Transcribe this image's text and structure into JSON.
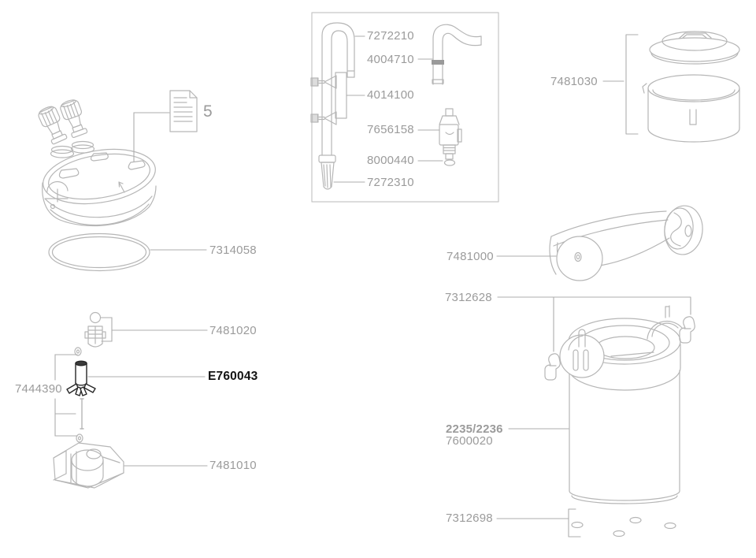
{
  "diagram_type": "exploded-parts-diagram",
  "colors": {
    "background": "#ffffff",
    "artwork_stroke": "#b6b6b6",
    "leader_line": "#adadad",
    "label_text": "#9b9b9b",
    "highlight_text": "#141414",
    "box_border": "#c6c6c6",
    "impeller_stroke": "#262626"
  },
  "note": {
    "number": "5"
  },
  "labels": [
    {
      "id": "manual-note",
      "text": "5",
      "style": "big"
    },
    {
      "id": "intake-pipe",
      "text": "7272210",
      "style": "normal"
    },
    {
      "id": "outlet-elbow",
      "text": "4004710",
      "style": "normal"
    },
    {
      "id": "installation-set",
      "text": "4014100",
      "style": "normal"
    },
    {
      "id": "tap-valve",
      "text": "7656158",
      "style": "normal"
    },
    {
      "id": "small-oring",
      "text": "8000440",
      "style": "normal"
    },
    {
      "id": "strainer",
      "text": "7272310",
      "style": "normal"
    },
    {
      "id": "media-container",
      "text": "7481030",
      "style": "normal"
    },
    {
      "id": "head-oring",
      "text": "7314058",
      "style": "normal"
    },
    {
      "id": "carry-handle",
      "text": "7481000",
      "style": "normal"
    },
    {
      "id": "clips",
      "text": "7312628",
      "style": "normal"
    },
    {
      "id": "pump-parts",
      "text": "7481020",
      "style": "normal"
    },
    {
      "id": "impeller",
      "text": "E760043",
      "style": "highlight"
    },
    {
      "id": "shaft-bushings",
      "text": "7444390",
      "style": "normal"
    },
    {
      "id": "pump-cover",
      "text": "7481010",
      "style": "normal"
    },
    {
      "id": "canister-models",
      "text": "2235/2236",
      "style": "bold"
    },
    {
      "id": "canister",
      "text": "7600020",
      "style": "normal"
    },
    {
      "id": "rubber-feet",
      "text": "7312698",
      "style": "normal"
    }
  ]
}
